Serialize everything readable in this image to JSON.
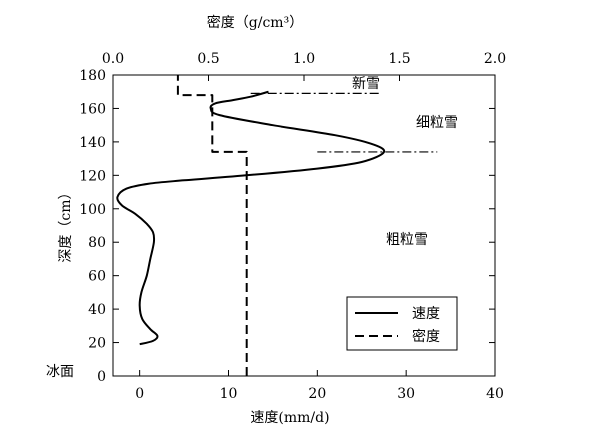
{
  "chart_data": {
    "type": "line",
    "x_top_label": "密度（g/cm³）",
    "x_bottom_label": "速度(mm/d)",
    "y_label": "深度（cm）",
    "x_top_range": [
      0,
      2.0
    ],
    "x_bottom_range": [
      -3,
      40
    ],
    "y_range": [
      0,
      180
    ],
    "x_top_ticks": [
      "0.0",
      "0.5",
      "1.0",
      "1.5",
      "2.0"
    ],
    "x_bottom_ticks": [
      "0",
      "10",
      "20",
      "30",
      "40"
    ],
    "y_ticks": [
      "0",
      "20",
      "40",
      "60",
      "80",
      "100",
      "120",
      "140",
      "160",
      "180"
    ],
    "surface_label": "冰面",
    "region_labels": [
      "新雪",
      "细粒雪",
      "粗粒雪"
    ],
    "legend": [
      "速度",
      "密度"
    ],
    "series": [
      {
        "name": "速度",
        "axis": "bottom",
        "style": "solid",
        "points": [
          [
            0.0,
            19
          ],
          [
            1.5,
            21
          ],
          [
            2.0,
            24
          ],
          [
            1.2,
            28
          ],
          [
            0.3,
            34
          ],
          [
            0.0,
            42
          ],
          [
            0.2,
            50
          ],
          [
            0.8,
            60
          ],
          [
            1.2,
            70
          ],
          [
            1.6,
            80
          ],
          [
            1.5,
            86
          ],
          [
            0.8,
            91
          ],
          [
            -0.5,
            97
          ],
          [
            -2.0,
            102
          ],
          [
            -2.5,
            107
          ],
          [
            -1.5,
            112
          ],
          [
            1.0,
            115
          ],
          [
            5.0,
            117
          ],
          [
            12.0,
            120
          ],
          [
            20.0,
            124
          ],
          [
            25.0,
            128
          ],
          [
            27.5,
            134
          ],
          [
            26.0,
            139
          ],
          [
            22.0,
            144
          ],
          [
            15.0,
            150
          ],
          [
            9.0,
            156
          ],
          [
            8.0,
            160
          ],
          [
            8.5,
            163
          ],
          [
            10.5,
            165
          ],
          [
            12.5,
            167
          ],
          [
            14.5,
            170
          ]
        ]
      },
      {
        "name": "密度",
        "axis": "top",
        "style": "dashed",
        "points": [
          [
            0.7,
            0
          ],
          [
            0.7,
            134
          ],
          [
            0.52,
            134
          ],
          [
            0.52,
            168
          ],
          [
            0.34,
            168
          ],
          [
            0.34,
            180
          ]
        ]
      }
    ],
    "reference_lines": [
      {
        "style": "dash-dot",
        "axis": "bottom",
        "y": 169,
        "x_range": [
          12.5,
          27.0
        ]
      },
      {
        "style": "dash-dot",
        "axis": "bottom",
        "y": 134,
        "x_range": [
          20.0,
          33.5
        ]
      }
    ]
  }
}
